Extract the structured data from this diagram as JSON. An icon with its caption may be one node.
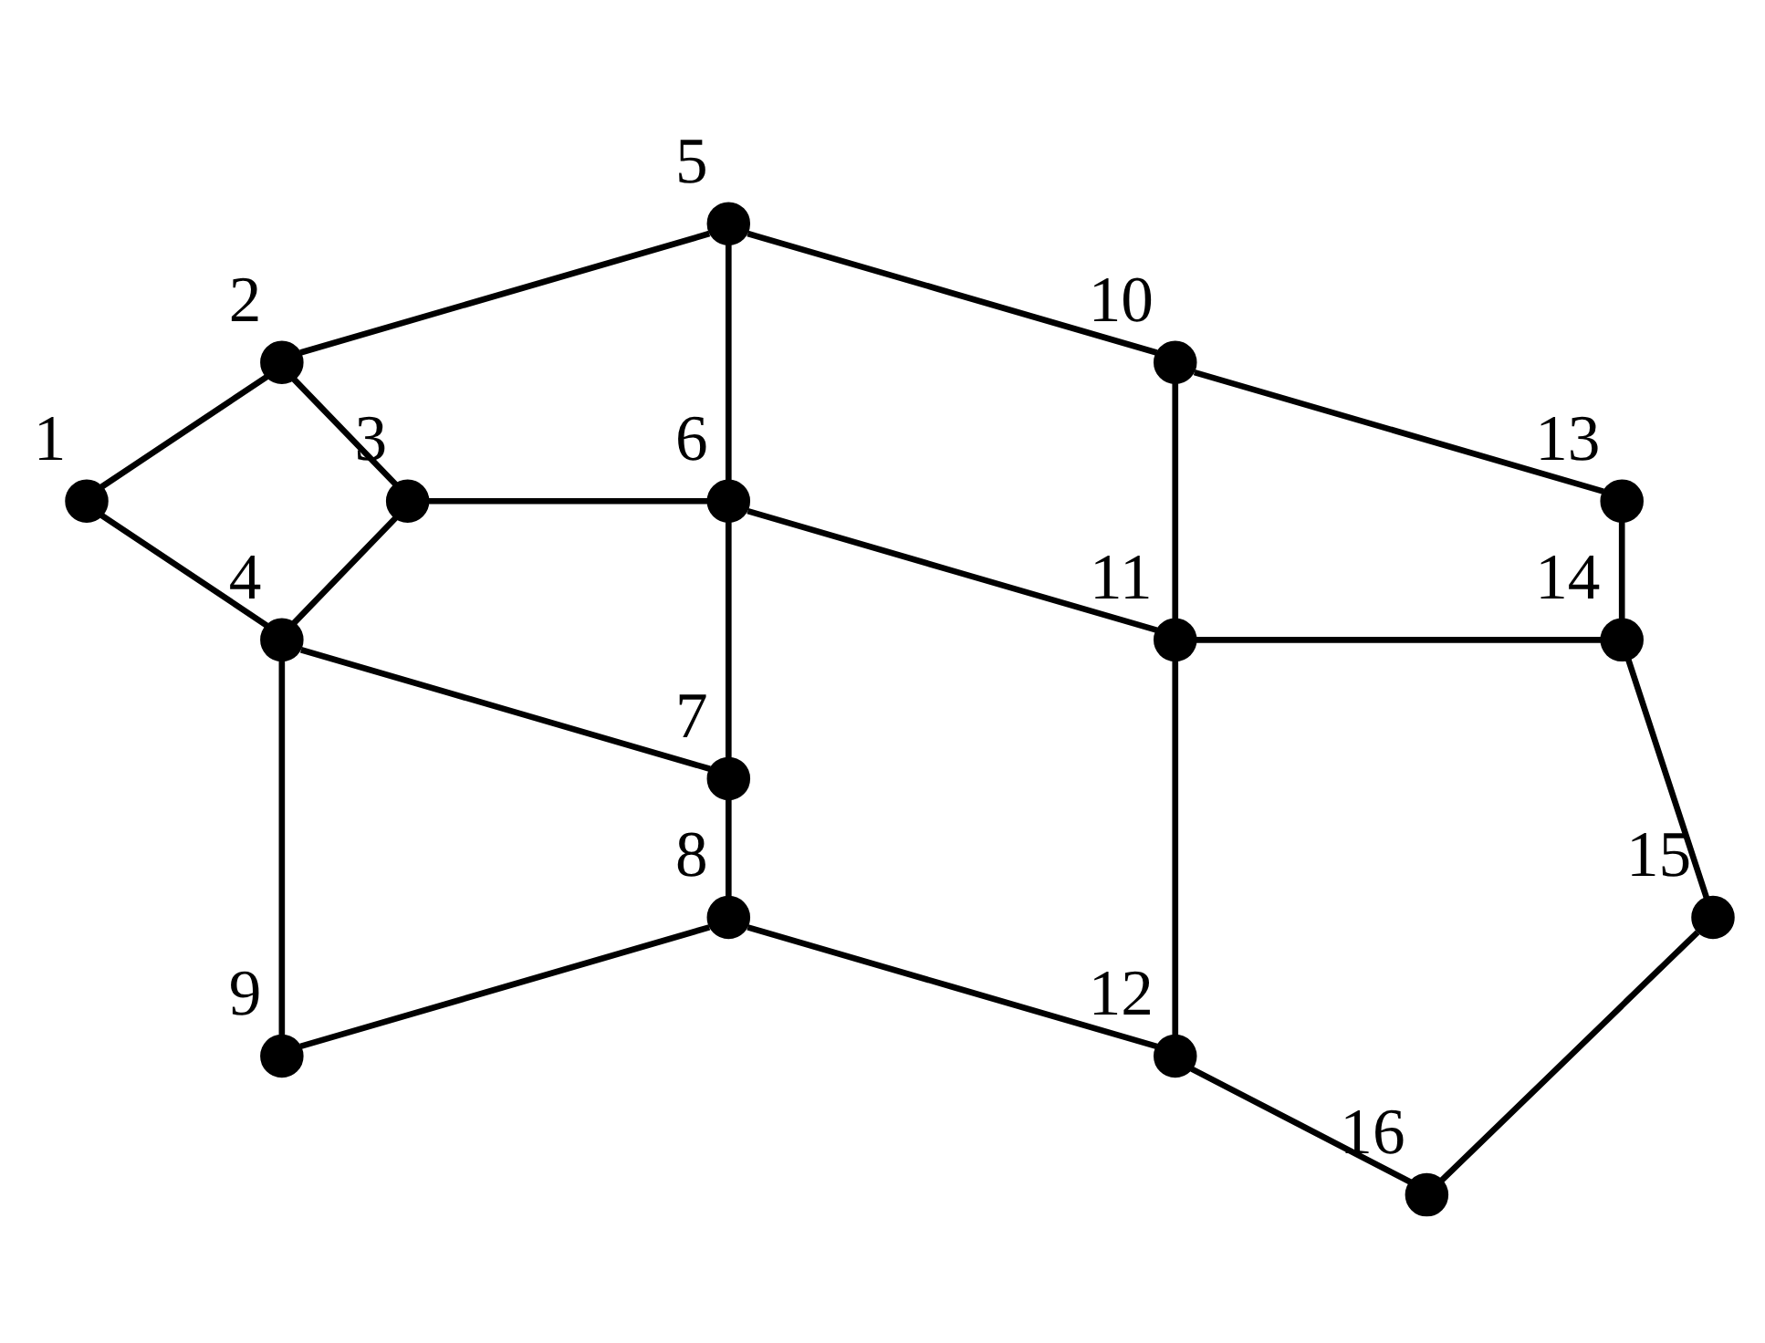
{
  "diagram": {
    "nodes": [
      {
        "text": [],
        "shape": "circle",
        "beside": [
          "1"
        ]
      },
      {
        "text": [],
        "shape": "circle",
        "beside": [
          "2"
        ]
      },
      {
        "text": [],
        "shape": "circle",
        "beside": [
          "3"
        ]
      },
      {
        "text": [],
        "shape": "circle",
        "beside": [
          "4"
        ]
      },
      {
        "text": [],
        "shape": "circle",
        "beside": [
          "5"
        ]
      },
      {
        "text": [],
        "shape": "circle",
        "beside": [
          "6"
        ]
      },
      {
        "text": [],
        "shape": "circle",
        "beside": [
          "7"
        ]
      },
      {
        "text": [],
        "shape": "circle",
        "beside": [
          "8"
        ]
      },
      {
        "text": [],
        "shape": "circle",
        "beside": [
          "9"
        ]
      },
      {
        "text": [],
        "shape": "circle",
        "beside": [
          "10"
        ]
      },
      {
        "text": [],
        "shape": "circle",
        "beside": [
          "11"
        ]
      },
      {
        "text": [],
        "shape": "circle",
        "beside": [
          "12"
        ]
      },
      {
        "text": [],
        "shape": "circle",
        "beside": [
          "13"
        ]
      },
      {
        "text": [],
        "shape": "circle",
        "beside": [
          "14"
        ]
      },
      {
        "text": [],
        "shape": "circle",
        "beside": [
          "15"
        ]
      },
      {
        "text": [],
        "shape": "circle",
        "beside": [
          "16"
        ]
      }
    ],
    "edges": [
      {
        "from": 0,
        "to": 1,
        "arrow": "none"
      },
      {
        "from": 1,
        "to": 4,
        "arrow": "none"
      },
      {
        "from": 4,
        "to": 9,
        "arrow": "none"
      },
      {
        "from": 9,
        "to": 12,
        "arrow": "none"
      },
      {
        "from": 0,
        "to": 3,
        "arrow": "none"
      },
      {
        "from": 1,
        "to": 2,
        "arrow": "none"
      },
      {
        "from": 2,
        "to": 3,
        "arrow": "none"
      },
      {
        "from": 2,
        "to": 5,
        "arrow": "none"
      },
      {
        "from": 4,
        "to": 5,
        "arrow": "none"
      },
      {
        "from": 5,
        "to": 6,
        "arrow": "none"
      },
      {
        "from": 5,
        "to": 10,
        "arrow": "none"
      },
      {
        "from": 3,
        "to": 6,
        "arrow": "none"
      },
      {
        "from": 3,
        "to": 8,
        "arrow": "none"
      },
      {
        "from": 6,
        "to": 7,
        "arrow": "none"
      },
      {
        "from": 7,
        "to": 8,
        "arrow": "none"
      },
      {
        "from": 7,
        "to": 11,
        "arrow": "none"
      },
      {
        "from": 9,
        "to": 10,
        "arrow": "none"
      },
      {
        "from": 10,
        "to": 13,
        "arrow": "none"
      },
      {
        "from": 10,
        "to": 11,
        "arrow": "none"
      },
      {
        "from": 12,
        "to": 13,
        "arrow": "none"
      },
      {
        "from": 13,
        "to": 14,
        "arrow": "none"
      },
      {
        "from": 14,
        "to": 15,
        "arrow": "none"
      },
      {
        "from": 11,
        "to": 15,
        "arrow": "none"
      }
    ]
  }
}
